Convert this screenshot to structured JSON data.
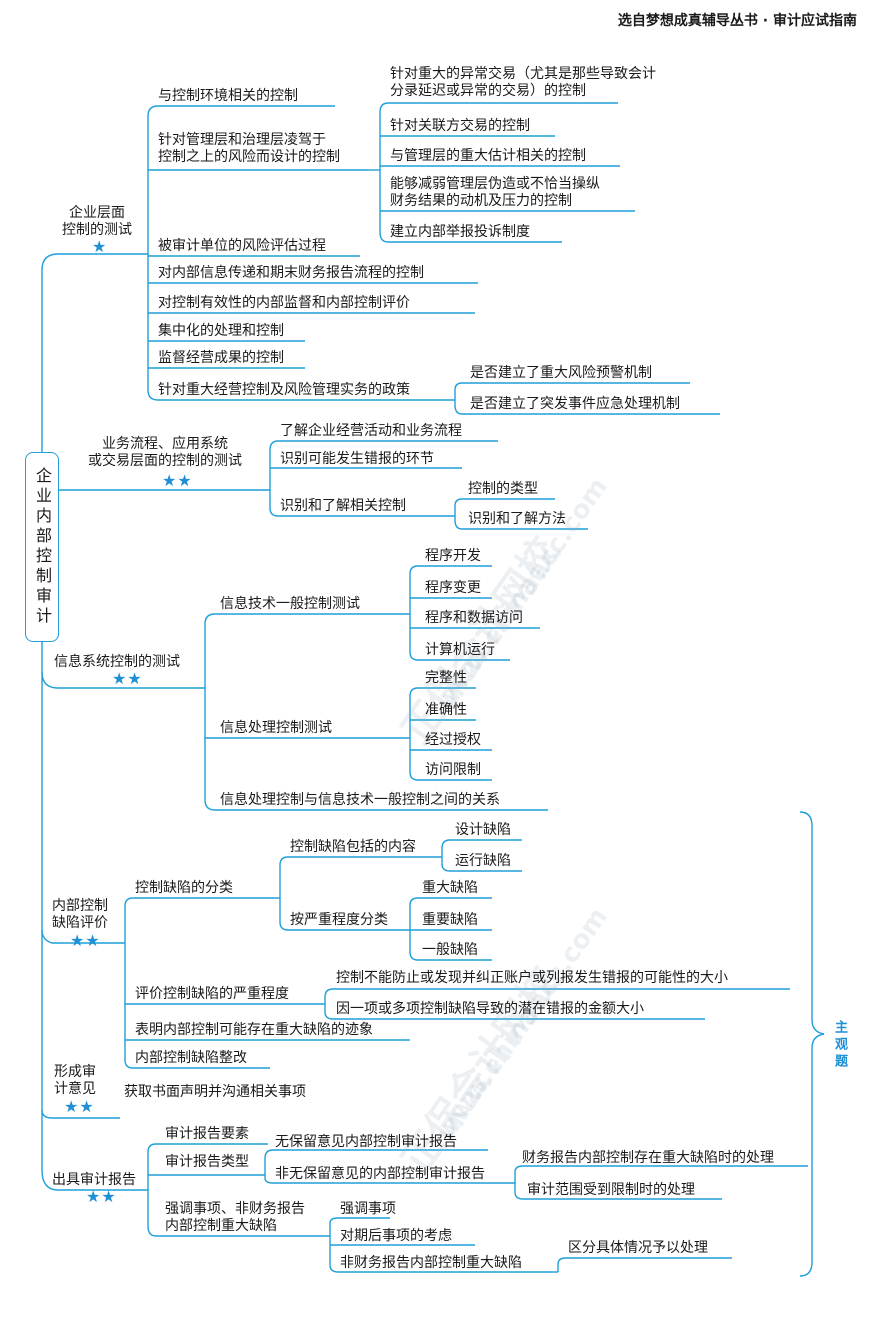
{
  "header": "选自梦想成真辅导丛书 · 审计应试指南",
  "root": "企业内部控制审计",
  "side_label": "主观题",
  "stars2": "★★",
  "stars1": "★",
  "sections": {
    "s1": {
      "label": "企业层面\n控制的测试",
      "items": {
        "a1": "与控制环境相关的控制",
        "a2": "针对管理层和治理层凌驾于\n控制之上的风险而设计的控制",
        "a2c1": "针对重大的异常交易（尤其是那些导致会计\n分录延迟或异常的交易）的控制",
        "a2c2": "针对关联方交易的控制",
        "a2c3": "与管理层的重大估计相关的控制",
        "a2c4": "能够减弱管理层伪造或不恰当操纵\n财务结果的动机及压力的控制",
        "a2c5": "建立内部举报投诉制度",
        "a3": "被审计单位的风险评估过程",
        "a4": "对内部信息传递和期末财务报告流程的控制",
        "a5": "对控制有效性的内部监督和内部控制评价",
        "a6": "集中化的处理和控制",
        "a7": "监督经营成果的控制",
        "a8": "针对重大经营控制及风险管理实务的政策",
        "a8c1": "是否建立了重大风险预警机制",
        "a8c2": "是否建立了突发事件应急处理机制"
      }
    },
    "s2": {
      "label": "业务流程、应用系统\n或交易层面的控制的测试",
      "items": {
        "b1": "了解企业经营活动和业务流程",
        "b2": "识别可能发生错报的环节",
        "b3": "识别和了解相关控制",
        "b3c1": "控制的类型",
        "b3c2": "识别和了解方法"
      }
    },
    "s3": {
      "label": "信息系统控制的测试",
      "items": {
        "c1": "信息技术一般控制测试",
        "c1c1": "程序开发",
        "c1c2": "程序变更",
        "c1c3": "程序和数据访问",
        "c1c4": "计算机运行",
        "c2": "信息处理控制测试",
        "c2c1": "完整性",
        "c2c2": "准确性",
        "c2c3": "经过授权",
        "c2c4": "访问限制",
        "c3": "信息处理控制与信息技术一般控制之间的关系"
      }
    },
    "s4": {
      "label": "内部控制\n缺陷评价",
      "items": {
        "d1": "控制缺陷的分类",
        "d1a": "控制缺陷包括的内容",
        "d1a1": "设计缺陷",
        "d1a2": "运行缺陷",
        "d1b": "按严重程度分类",
        "d1b1": "重大缺陷",
        "d1b2": "重要缺陷",
        "d1b3": "一般缺陷",
        "d2": "评价控制缺陷的严重程度",
        "d2c1": "控制不能防止或发现并纠正账户或列报发生错报的可能性的大小",
        "d2c2": "因一项或多项控制缺陷导致的潜在错报的金额大小",
        "d3": "表明内部控制可能存在重大缺陷的迹象",
        "d4": "内部控制缺陷整改"
      }
    },
    "s5": {
      "label": "形成审\n计意见",
      "items": {
        "e1": "获取书面声明并沟通相关事项"
      }
    },
    "s6": {
      "label": "出具审计报告",
      "items": {
        "f1": "审计报告要素",
        "f2": "审计报告类型",
        "f2c1": "无保留意见内部控制审计报告",
        "f2c2": "非无保留意见的内部控制审计报告",
        "f2c2a": "财务报告内部控制存在重大缺陷时的处理",
        "f2c2b": "审计范围受到限制时的处理",
        "f3": "强调事项、非财务报告\n内部控制重大缺陷",
        "f3c1": "强调事项",
        "f3c2": "对期后事项的考虑",
        "f3c3": "非财务报告内部控制重大缺陷",
        "f3c3a": "区分具体情况予以处理"
      }
    }
  },
  "watermarks": [
    "正保会计网校",
    "www.chinaacc.com"
  ],
  "colors": {
    "line": "#1fa0d8",
    "star": "#1f8fd6"
  }
}
